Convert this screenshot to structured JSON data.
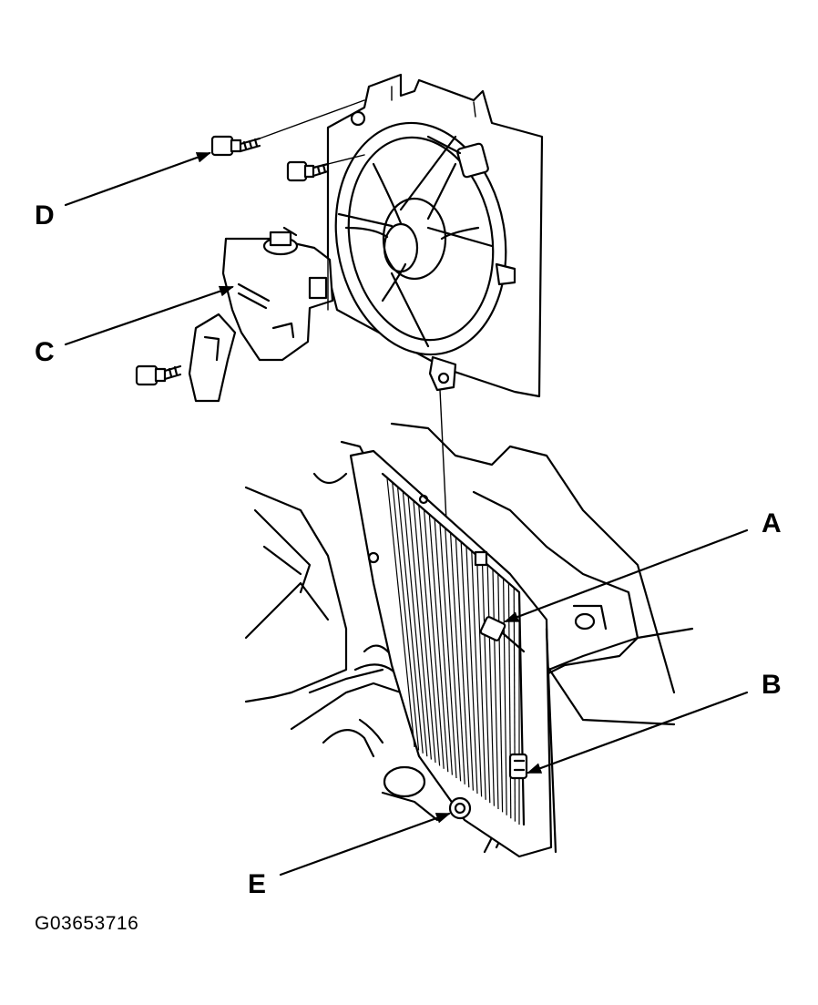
{
  "callouts": {
    "a": "A",
    "b": "B",
    "c": "C",
    "d": "D",
    "e": "E"
  },
  "figure_id": "G03653716",
  "colors": {
    "ink": "#000000",
    "paper": "#ffffff"
  }
}
